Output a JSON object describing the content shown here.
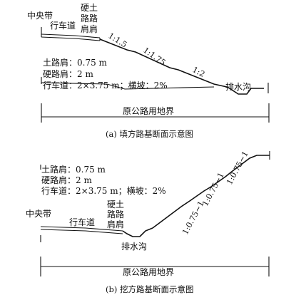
{
  "fill": {
    "label_median": "中央带",
    "label_carriageway": "行车道",
    "label_hard_shoulder": [
      "硬土",
      "路路",
      "肩肩"
    ],
    "slope_1": "1:1.5",
    "slope_2": "1:1.75",
    "slope_3": "1:2",
    "spec_soil_shoulder": "土路肩：0.75 m",
    "spec_hard_shoulder": "硬路肩：2 m",
    "spec_carriageway": "行车道：2×3.75 m；横坡：2%",
    "label_ditch": "排水沟",
    "label_boundary": "原公路用地界",
    "caption": "(a) 填方路基断面示意图"
  },
  "cut": {
    "spec_soil_shoulder": "土路肩：0.75 m",
    "spec_hard_shoulder": "硬路肩：2 m",
    "spec_carriageway": "行车道：2×3.75 m；横坡：2%",
    "label_median": "中央带",
    "label_carriageway": "行车道",
    "label_hard_shoulder": [
      "硬土",
      "路路",
      "肩肩"
    ],
    "label_ditch": "排水沟",
    "slope_1": "1:0.75~1",
    "slope_2": "1:0.75~1",
    "slope_3": "1:0.75~1",
    "label_boundary": "原公路用地界",
    "caption": "(b) 挖方路基断面示意图"
  }
}
